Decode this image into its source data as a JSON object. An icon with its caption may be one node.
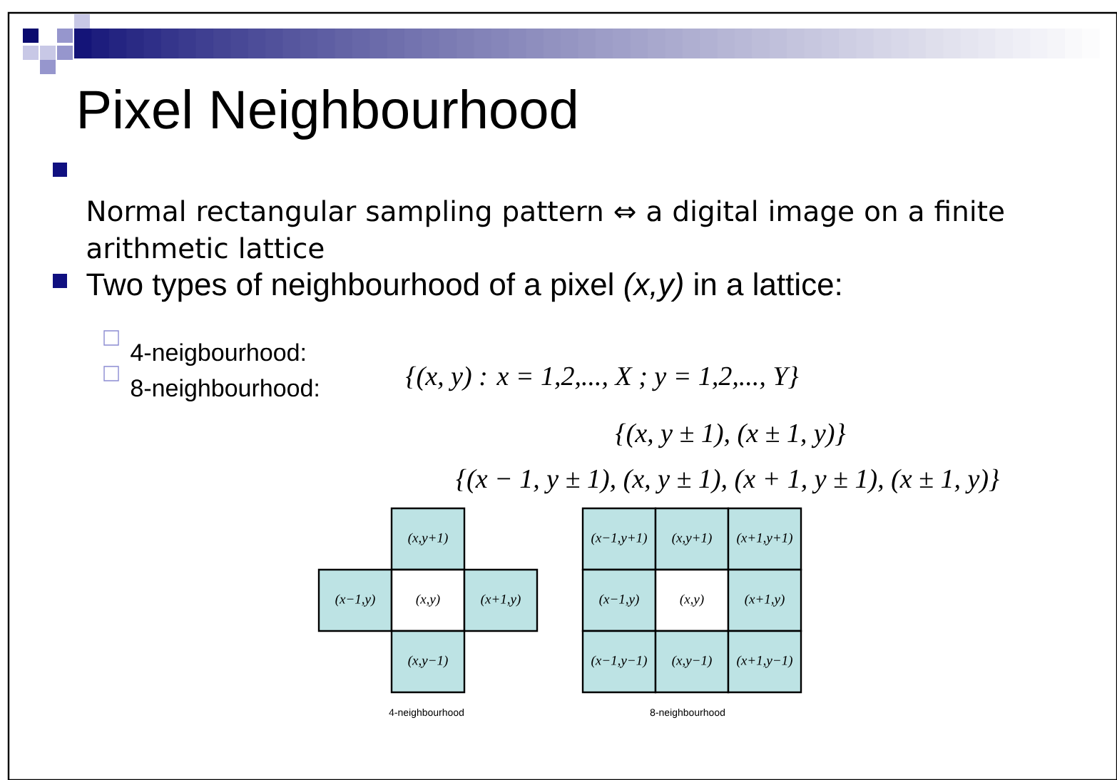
{
  "diagram": {
    "title": "Pixel Neighbourhood",
    "nodes": [
      {
        "text": [
          "(x,y+1)"
        ]
      },
      {
        "text": [
          "(x−1,y)"
        ]
      },
      {
        "text": [
          "(x,y)"
        ]
      },
      {
        "text": [
          "(x+1,y)"
        ]
      },
      {
        "text": [
          "(x,y−1)"
        ]
      },
      {
        "text": [
          "(x−1,y+1)"
        ]
      },
      {
        "text": [
          "(x,y+1)"
        ]
      },
      {
        "text": [
          "(x+1,y+1)"
        ]
      },
      {
        "text": [
          "(x−1,y)"
        ]
      },
      {
        "text": [
          "(x,y)"
        ]
      },
      {
        "text": [
          "(x+1,y)"
        ]
      },
      {
        "text": [
          "(x−1,y−1)"
        ]
      },
      {
        "text": [
          "(x,y−1)"
        ]
      },
      {
        "text": [
          "(x+1,y−1)"
        ]
      }
    ],
    "edges": [],
    "labels": [
      "Normal rectangular sampling pattern ⇔ a digital image on a finite arithmetic lattice",
      "Two types of neighbourhood of a pixel *(x,y)* in a lattice:",
      "4-neigbourhood:",
      "8-neighbourhood:",
      "{(x, y) : x = 1,2,..., X ; y = 1,2,..., Y}",
      "{(x, y ± 1), (x ± 1, y)}",
      "{(x − 1, y ± 1), (x, y ± 1), (x + 1, y ± 1), (x ± 1, y)}",
      "4-neighbourhood",
      "8-neighbourhood"
    ]
  }
}
